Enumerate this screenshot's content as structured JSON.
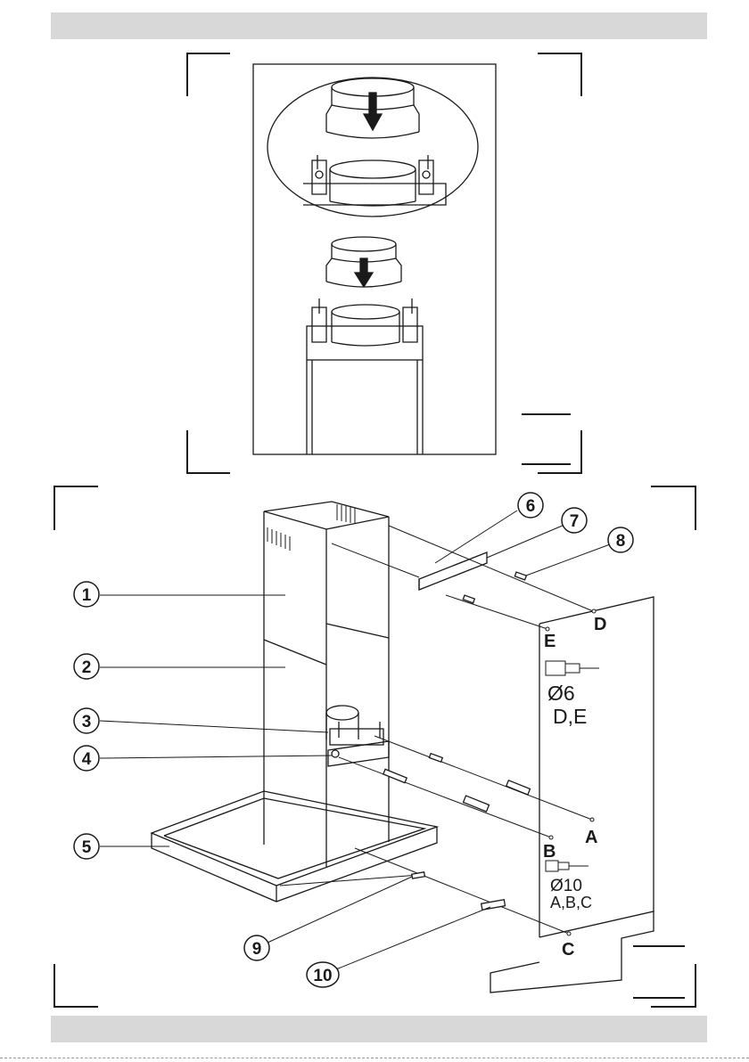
{
  "callouts": [
    {
      "id": "1",
      "text": "1"
    },
    {
      "id": "2",
      "text": "2"
    },
    {
      "id": "3",
      "text": "3"
    },
    {
      "id": "4",
      "text": "4"
    },
    {
      "id": "5",
      "text": "5"
    },
    {
      "id": "6",
      "text": "6"
    },
    {
      "id": "7",
      "text": "7"
    },
    {
      "id": "8",
      "text": "8"
    },
    {
      "id": "9",
      "text": "9"
    },
    {
      "id": "10",
      "text": "10"
    }
  ],
  "points": {
    "A": "A",
    "B": "B",
    "C": "C",
    "D": "D",
    "E": "E"
  },
  "drill_small": {
    "diameter": "Ø6",
    "holes": "D,E"
  },
  "drill_large": {
    "diameter": "Ø10",
    "holes": "A,B,C"
  }
}
